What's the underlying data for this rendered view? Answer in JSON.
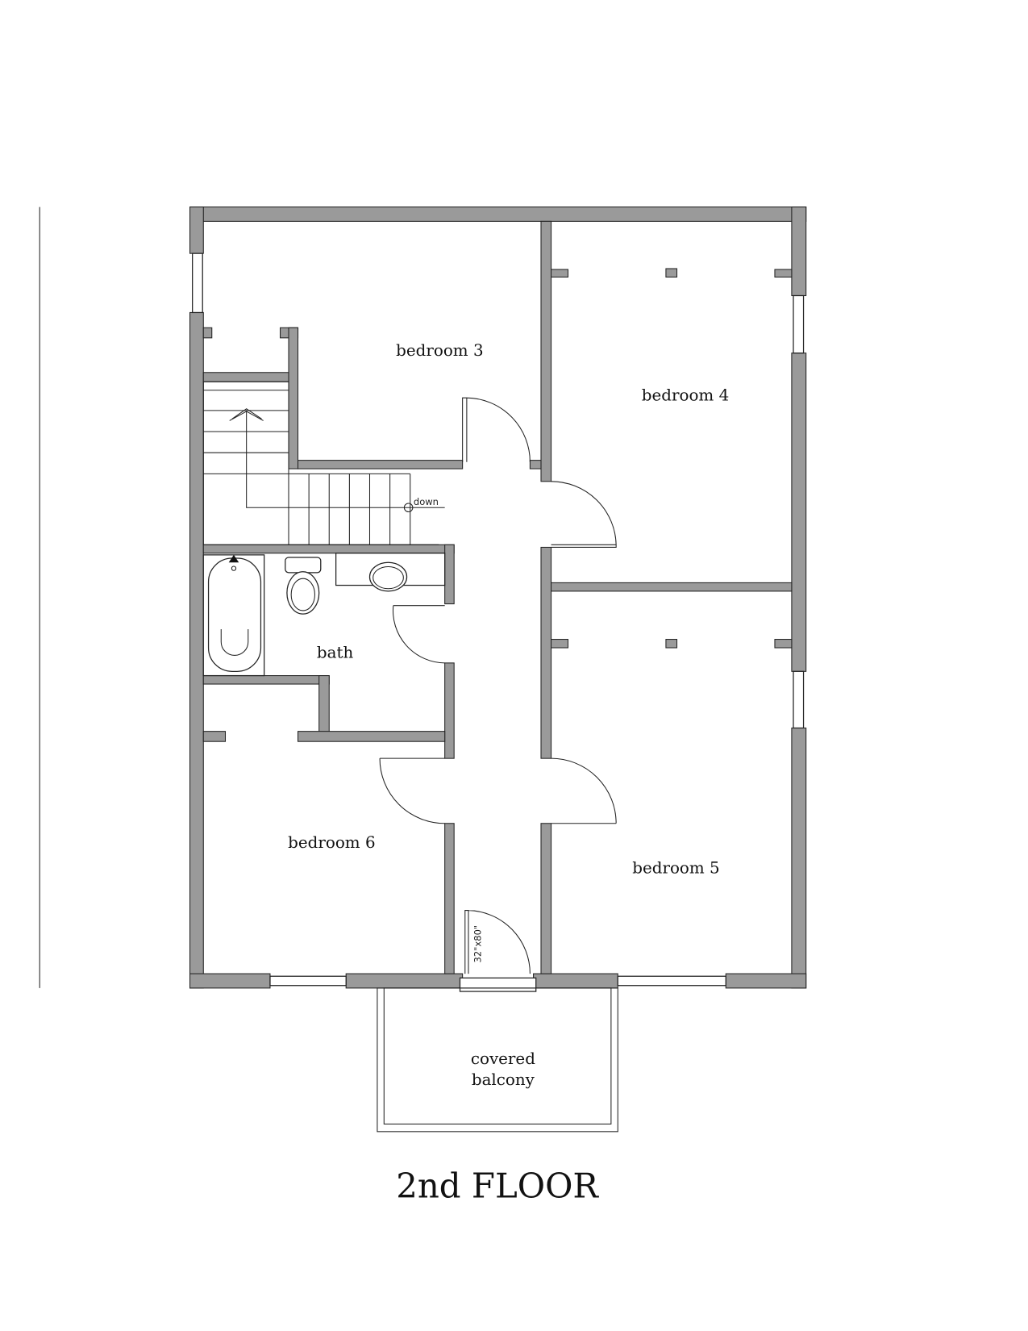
{
  "title": "2nd FLOOR",
  "rooms": {
    "bedroom3": "bedroom 3",
    "bedroom4": "bedroom 4",
    "bedroom5": "bedroom 5",
    "bedroom6": "bedroom 6",
    "bath": "bath",
    "balcony_line1": "covered",
    "balcony_line2": "balcony"
  },
  "annotations": {
    "stair_direction": "down",
    "door_size": "32\"x80\""
  },
  "colors": {
    "wall": "#9a9a9a",
    "line": "#222222"
  }
}
